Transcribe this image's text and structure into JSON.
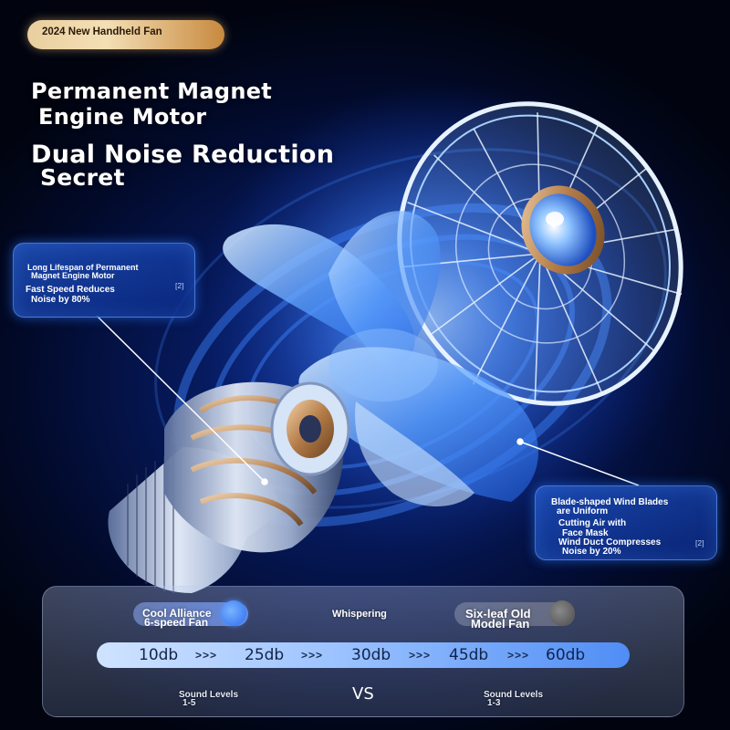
{
  "badge": {
    "text": "2024 New Handheld Fan"
  },
  "headline": {
    "line1": "Permanent Magnet",
    "line2": "Engine Motor",
    "line3": "Dual Noise Reduction",
    "line4": "Secret"
  },
  "callout_left": {
    "line1": "Long Lifespan of Permanent",
    "line2": "Magnet Engine Motor",
    "line3": "Fast Speed Reduces",
    "line4": "Noise by 80%",
    "ref": "[2]"
  },
  "callout_right": {
    "line1": "Blade-shaped Wind Blades",
    "line2": "are Uniform",
    "line3": "Cutting Air with",
    "line4": "Face Mask",
    "line5": "Wind Duct Compresses",
    "line6": "Noise by 20%",
    "ref": "[2]"
  },
  "comparison": {
    "left_product_line1": "Cool Alliance",
    "left_product_line2": "6-speed Fan",
    "middle_label": "Whispering",
    "right_product_line1": "Six-leaf Old",
    "right_product_line2": "Model Fan",
    "levels": [
      "10db",
      "25db",
      "30db",
      "45db",
      "60db"
    ],
    "separator": ">>>",
    "left_sound_line1": "Sound Levels",
    "left_sound_line2": "1-5",
    "vs": "VS",
    "right_sound_line1": "Sound Levels",
    "right_sound_line2": "1-3"
  },
  "colors": {
    "accent_blue": "#2d6cf0",
    "badge_gold": "#e9cf9f",
    "background": "#051652"
  }
}
